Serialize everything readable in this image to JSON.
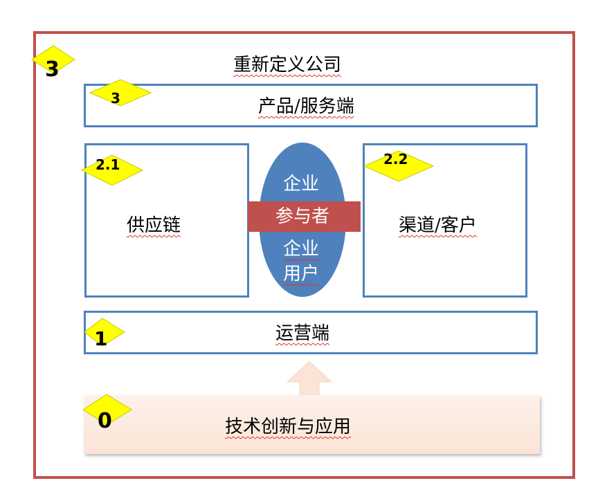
{
  "colors": {
    "outer_border": "#c0504d",
    "box_border": "#4f81bd",
    "ellipse_fill": "#4f81bd",
    "band_fill": "#c0504d",
    "diamond_fill": "#ffff00",
    "tech_fill": "#fbe4d6"
  },
  "diagram": {
    "title": "重新定义公司",
    "title_level": "3",
    "product_service": {
      "label": "产品/服务端",
      "level": "3"
    },
    "supply_chain": {
      "label": "供应链",
      "level": "2.1"
    },
    "channel_customer": {
      "label": "渠道/客户",
      "level": "2.2"
    },
    "center": {
      "top": "企业",
      "band": "参与者",
      "bottom_1": "企业",
      "bottom_2": "用户"
    },
    "operations": {
      "label": "运营端",
      "level": "1"
    },
    "tech_innovation": {
      "label": "技术创新与应用",
      "level": "0"
    },
    "arrow_icon": "up-arrow-icon"
  }
}
